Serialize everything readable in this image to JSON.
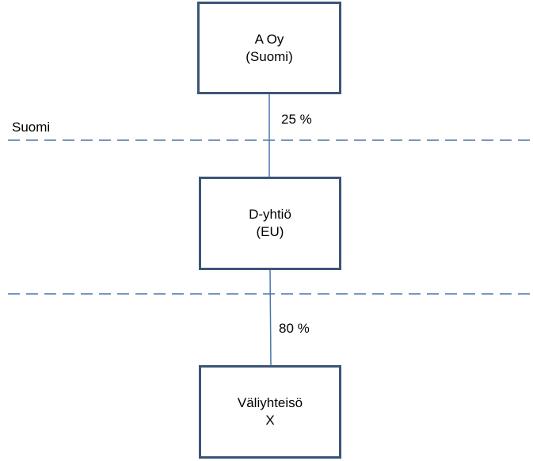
{
  "entities": {
    "a": {
      "name": "A Oy",
      "location": "(Suomi)"
    },
    "d": {
      "name": "D-yhtiö",
      "location": "(EU)"
    },
    "x": {
      "name": "Väliyhteisö",
      "location": "X"
    }
  },
  "ownership": {
    "a_to_d": "25 %",
    "d_to_x": "80 %"
  },
  "zones": {
    "finland_label": "Suomi"
  },
  "colors": {
    "box_border": "#3c5478",
    "connector": "#4a75a8",
    "boundary": "#4a75a8"
  }
}
